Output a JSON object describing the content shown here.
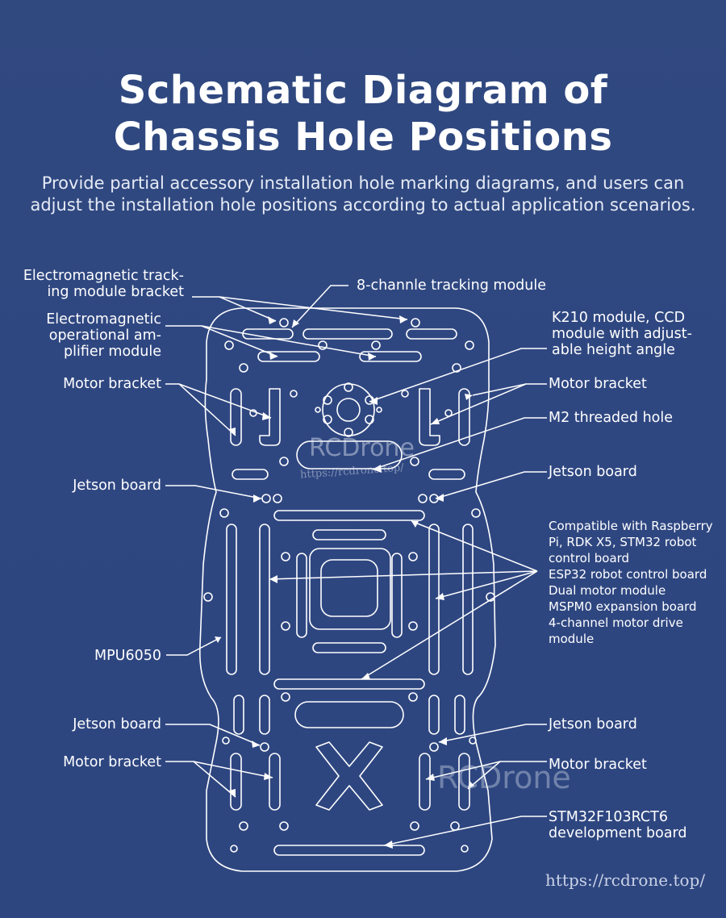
{
  "header": {
    "title_line1": "Schematic Diagram of",
    "title_line2": "Chassis Hole Positions",
    "subtitle": "Provide partial accessory installation hole marking diagrams, and users can adjust the installation hole positions according to actual application scenarios."
  },
  "labels": {
    "em_bracket": "Electromagnetic track-\ning module bracket",
    "tracking_8ch": "8-channle tracking module",
    "em_amp": "Electromagnetic\noperational am-\nplifier module",
    "k210": "K210 module, CCD\nmodule with adjust-\nable height angle",
    "motor_bracket_tl": "Motor bracket",
    "motor_bracket_tr": "Motor bracket",
    "m2_hole": "M2 threaded hole",
    "jetson_tl": "Jetson board",
    "jetson_tr": "Jetson board",
    "compatible": "Compatible with Raspberry\nPi, RDK X5, STM32 robot\ncontrol board\nESP32 robot control board\nDual motor module\nMSPM0 expansion board\n4-channel motor drive\nmodule",
    "mpu": "MPU6050",
    "jetson_bl": "Jetson board",
    "jetson_br": "Jetson board",
    "motor_bracket_bl": "Motor bracket",
    "motor_bracket_br": "Motor bracket",
    "stm32": "STM32F103RCT6\ndevelopment board"
  },
  "watermark": {
    "brand": "RCDrone",
    "url_small": "https://rcdrone.top/",
    "footer_url": "https://rcdrone.top/"
  },
  "colors": {
    "background": "#2f4781",
    "line": "#ffffff",
    "text": "#ffffff"
  }
}
